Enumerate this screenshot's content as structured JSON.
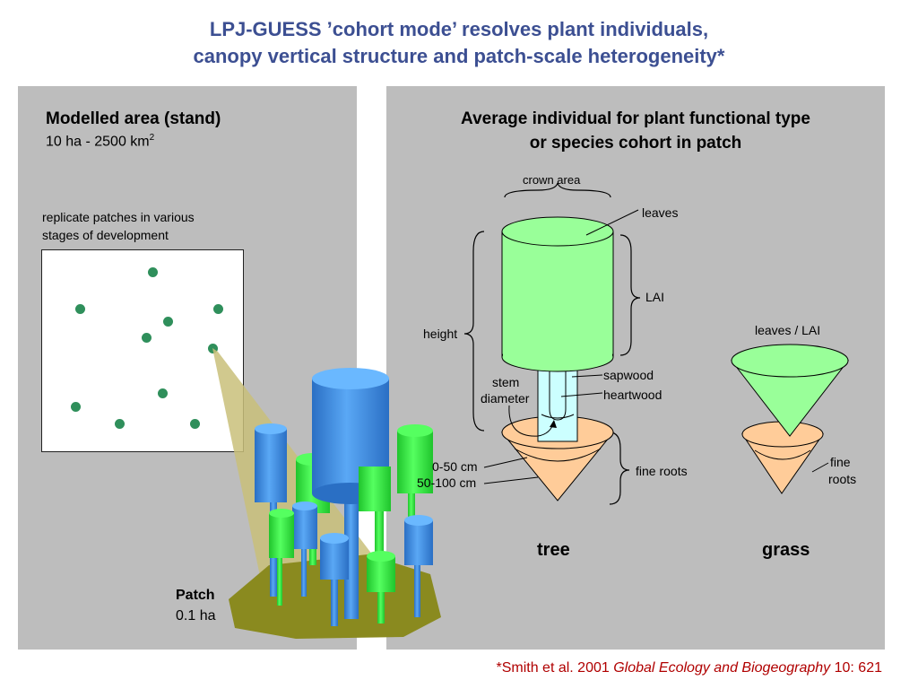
{
  "title": {
    "line1": "LPJ-GUESS ’cohort mode’ resolves plant individuals,",
    "line2": "canopy vertical structure and patch-scale heterogeneity*"
  },
  "left_panel": {
    "heading": "Modelled area (stand)",
    "area_prefix": "10 ha - 2500 km",
    "area_sup": "2",
    "patches_line1": "replicate patches in various",
    "patches_line2": "stages of development",
    "patch_label": "Patch",
    "patch_area": "0.1 ha"
  },
  "right_panel": {
    "heading_line1": "Average individual for plant functional type",
    "heading_line2": "or species cohort in patch",
    "labels": {
      "crown_area": "crown area",
      "leaves": "leaves",
      "lai": "LAI",
      "height": "height",
      "sapwood": "sapwood",
      "heartwood": "heartwood",
      "stem_line1": "stem",
      "stem_line2": "diameter",
      "depth1": "0-50 cm",
      "depth2": "50-100 cm",
      "fine_roots": "fine roots",
      "leaves_lai": "leaves / LAI",
      "grass_roots_line1": "fine",
      "grass_roots_line2": "roots",
      "tree": "tree",
      "grass": "grass"
    }
  },
  "footer": {
    "prefix": "*Smith et al. 2001 ",
    "journal": "Global Ecology and Biogeography",
    "suffix": " 10: 621"
  },
  "colors": {
    "title": "#3c4f92",
    "panel": "#bdbdbd",
    "leaves": "#99ff99",
    "roots": "#ffcc99",
    "stem": "#ccffff",
    "patch_dot": "#2f8f5b",
    "tree_blue": "#3f8fe0",
    "tree_green": "#33ee44",
    "ground": "#8a8a1f",
    "footer": "#b00000"
  }
}
